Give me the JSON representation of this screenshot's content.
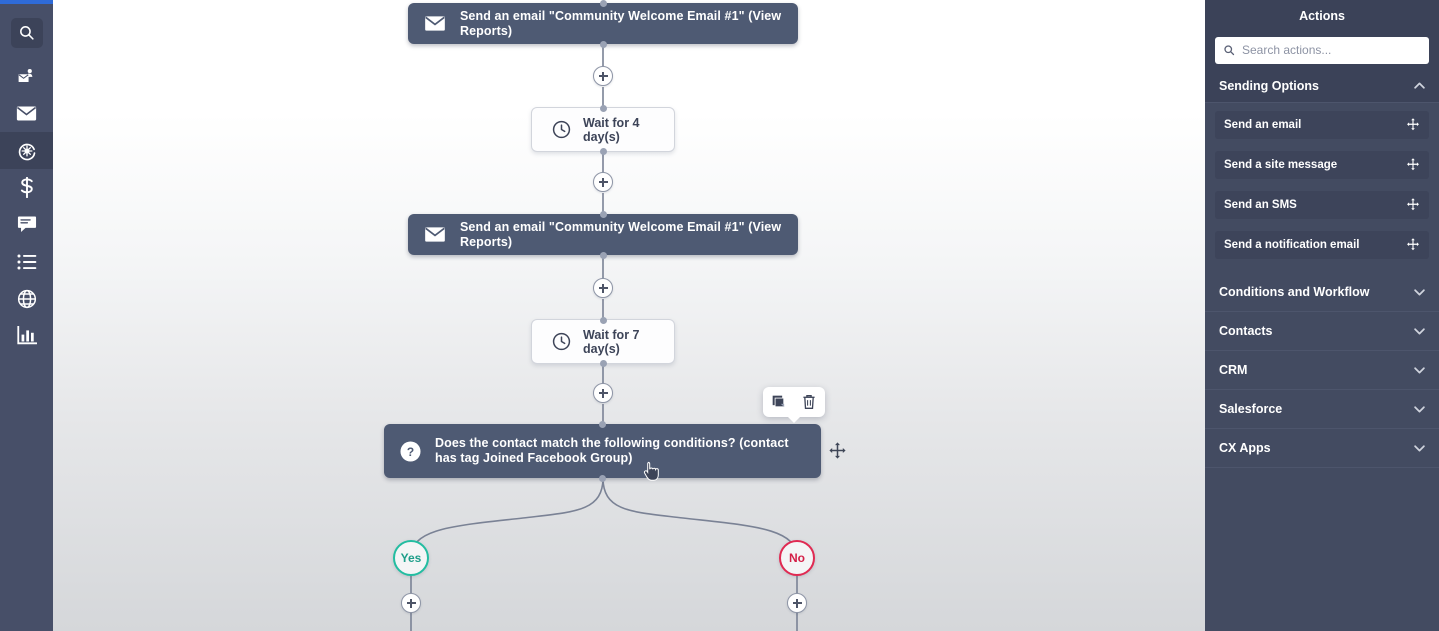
{
  "sidebar": {
    "items": [
      {
        "name": "search",
        "icon": "search-icon",
        "active": false,
        "boxed": true
      },
      {
        "name": "contacts",
        "icon": "contacts-icon",
        "active": false,
        "boxed": false
      },
      {
        "name": "campaigns",
        "icon": "envelope-icon",
        "active": false,
        "boxed": false
      },
      {
        "name": "automations",
        "icon": "automation-icon",
        "active": true,
        "boxed": false
      },
      {
        "name": "deals",
        "icon": "dollar-icon",
        "active": false,
        "boxed": false
      },
      {
        "name": "conversations",
        "icon": "chat-icon",
        "active": false,
        "boxed": false
      },
      {
        "name": "lists",
        "icon": "list-icon",
        "active": false,
        "boxed": false
      },
      {
        "name": "website",
        "icon": "globe-icon",
        "active": false,
        "boxed": false
      },
      {
        "name": "reports",
        "icon": "bar-chart-icon",
        "active": false,
        "boxed": false
      }
    ]
  },
  "canvas": {
    "nodes": [
      {
        "id": "email1",
        "type": "email",
        "icon": "envelope-icon",
        "label": "Send an email \"Community Welcome Email #1\" (View Reports)"
      },
      {
        "id": "wait1",
        "type": "wait",
        "icon": "clock-icon",
        "label": "Wait for 4 day(s)"
      },
      {
        "id": "email2",
        "type": "email",
        "icon": "envelope-icon",
        "label": "Send an email \"Community Welcome Email #1\" (View Reports)"
      },
      {
        "id": "wait2",
        "type": "wait",
        "icon": "clock-icon",
        "label": "Wait for 7 day(s)"
      },
      {
        "id": "cond1",
        "type": "condition",
        "icon": "question-icon",
        "label": "Does the contact match the following conditions? (contact has tag Joined Facebook Group)"
      }
    ],
    "branches": [
      {
        "id": "yes",
        "label": "Yes",
        "color": "#23bda1"
      },
      {
        "id": "no",
        "label": "No",
        "color": "#e02a52"
      }
    ],
    "toolbar": {
      "duplicate": "duplicate-icon",
      "delete": "trash-icon"
    },
    "add_button_label": "+"
  },
  "panel": {
    "title": "Actions",
    "search": {
      "placeholder": "Search actions...",
      "value": "",
      "icon": "search-icon"
    },
    "groups": [
      {
        "label": "Sending Options",
        "expanded": true,
        "items": [
          {
            "label": "Send an email",
            "handle": "drag-handle-icon"
          },
          {
            "label": "Send a site message",
            "handle": "drag-handle-icon"
          },
          {
            "label": "Send an SMS",
            "handle": "drag-handle-icon"
          },
          {
            "label": "Send a notification email",
            "handle": "drag-handle-icon"
          }
        ]
      },
      {
        "label": "Conditions and Workflow",
        "expanded": false,
        "items": []
      },
      {
        "label": "Contacts",
        "expanded": false,
        "items": []
      },
      {
        "label": "CRM",
        "expanded": false,
        "items": []
      },
      {
        "label": "Salesforce",
        "expanded": false,
        "items": []
      },
      {
        "label": "CX Apps",
        "expanded": false,
        "items": []
      }
    ]
  },
  "colors": {
    "rail_bg": "#474f68",
    "panel_bg": "#434b61",
    "node_dark": "#4e5a73",
    "accent_blue": "#2f6bd8",
    "yes_green": "#23bda1",
    "no_red": "#e02a52"
  }
}
